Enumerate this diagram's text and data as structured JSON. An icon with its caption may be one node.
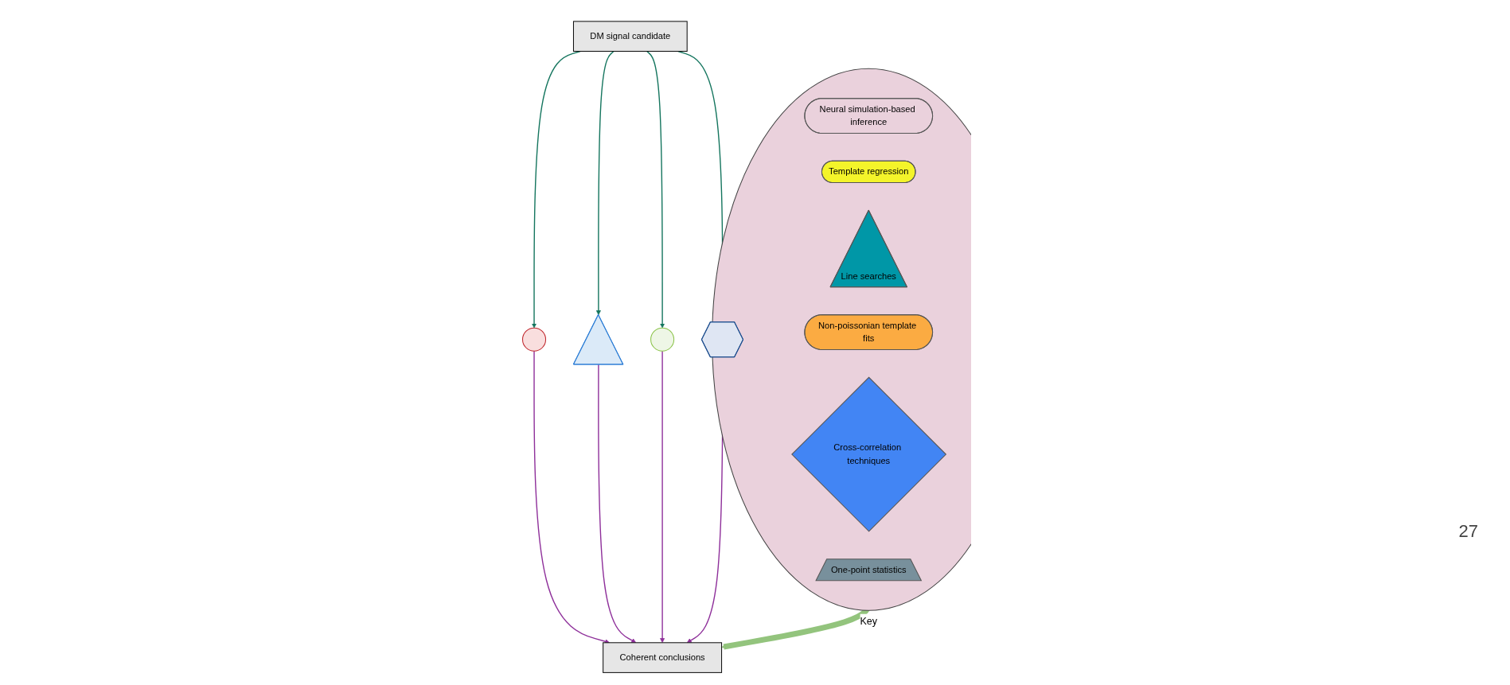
{
  "diagram": {
    "nodes": [
      {
        "text": [],
        "shape": "circle"
      },
      {
        "text": [
          "Neural simulation-based inference"
        ],
        "in": 0
      },
      {
        "text": [
          "Template regression"
        ],
        "in": 0
      },
      {
        "text": [
          "Line searches"
        ],
        "in": 0
      },
      {
        "text": [
          "Non-poissonian template fits"
        ],
        "in": 0
      },
      {
        "text": [
          "Cross-correlation techniques"
        ],
        "in": 0
      },
      {
        "text": [
          "One-point statistics"
        ],
        "in": 0
      },
      {
        "text": [
          "DM signal candidate"
        ]
      },
      {
        "text": [],
        "shape": "circle"
      },
      {
        "text": [],
        "shape": "triangle"
      },
      {
        "text": [],
        "shape": "circle"
      },
      {
        "text": [],
        "shape": "pentagon"
      },
      {
        "text": [
          "Coherent conclusions"
        ]
      }
    ],
    "edges": [
      {
        "from": 7,
        "to": 8,
        "arrow": "to",
        "color": "#14755e"
      },
      {
        "from": 7,
        "to": 9,
        "arrow": "to",
        "color": "#14755e"
      },
      {
        "from": 7,
        "to": 10,
        "arrow": "to",
        "color": "#14755e"
      },
      {
        "from": 7,
        "to": 11,
        "arrow": "to",
        "color": "#14755e"
      },
      {
        "from": 8,
        "to": 12,
        "arrow": "to",
        "color": "#8e2f9a"
      },
      {
        "from": 9,
        "to": 12,
        "arrow": "to",
        "color": "#8e2f9a"
      },
      {
        "from": 10,
        "to": 12,
        "arrow": "to",
        "color": "#8e2f9a"
      },
      {
        "from": 11,
        "to": 12,
        "arrow": "to",
        "color": "#8e2f9a"
      },
      {
        "from": 0,
        "to": 12,
        "arrow": "to",
        "label": "Key",
        "style": "thick",
        "color": "#93c47d"
      }
    ],
    "labels": [
      "27"
    ]
  }
}
